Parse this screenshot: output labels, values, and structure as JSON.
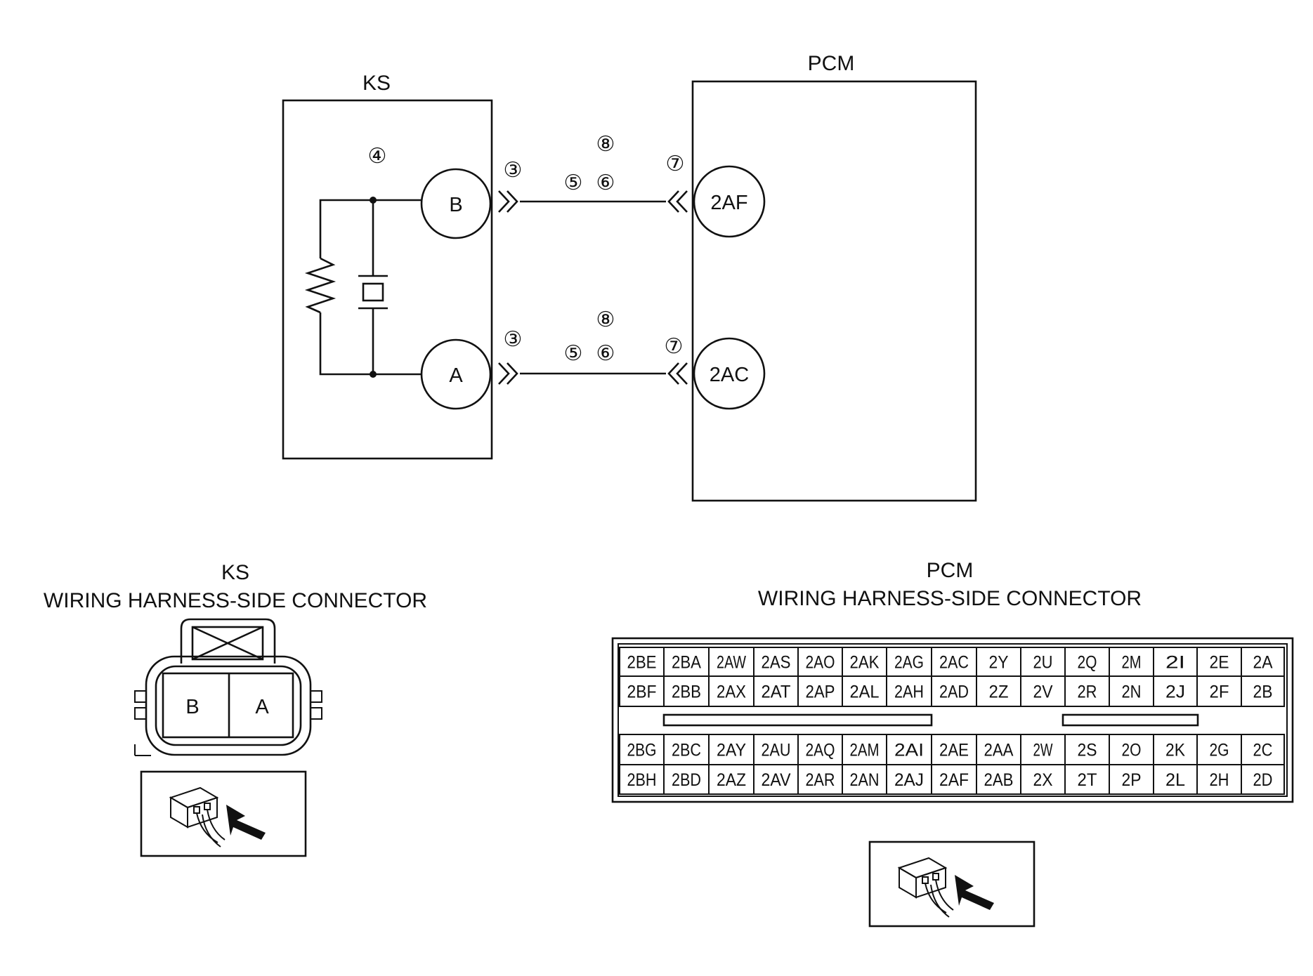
{
  "schematic": {
    "ks_label": "KS",
    "pcm_label": "PCM",
    "ks_terminals": {
      "b": "B",
      "a": "A"
    },
    "pcm_terminals": {
      "top": "2AF",
      "bottom": "2AC"
    },
    "markers": {
      "m3": "③",
      "m4": "④",
      "m5": "⑤",
      "m6": "⑥",
      "m7": "⑦",
      "m8": "⑧"
    }
  },
  "ks_connector": {
    "title_line1": "KS",
    "title_line2": "WIRING HARNESS-SIDE CONNECTOR",
    "pins": {
      "left": "B",
      "right": "A"
    }
  },
  "pcm_connector": {
    "title_line1": "PCM",
    "title_line2": "WIRING HARNESS-SIDE CONNECTOR",
    "upper_rows": [
      [
        "2BE",
        "2BA",
        "2AW",
        "2AS",
        "2AO",
        "2AK",
        "2AG",
        "2AC",
        "2Y",
        "2U",
        "2Q",
        "2M",
        "2I",
        "2E",
        "2A"
      ],
      [
        "2BF",
        "2BB",
        "2AX",
        "2AT",
        "2AP",
        "2AL",
        "2AH",
        "2AD",
        "2Z",
        "2V",
        "2R",
        "2N",
        "2J",
        "2F",
        "2B"
      ]
    ],
    "lower_rows": [
      [
        "2BG",
        "2BC",
        "2AY",
        "2AU",
        "2AQ",
        "2AM",
        "2AI",
        "2AE",
        "2AA",
        "2W",
        "2S",
        "2O",
        "2K",
        "2G",
        "2C"
      ],
      [
        "2BH",
        "2BD",
        "2AZ",
        "2AV",
        "2AR",
        "2AN",
        "2AJ",
        "2AF",
        "2AB",
        "2X",
        "2T",
        "2P",
        "2L",
        "2H",
        "2D"
      ]
    ]
  },
  "icons": [
    "connector-view-icon",
    "connector-view-icon"
  ]
}
